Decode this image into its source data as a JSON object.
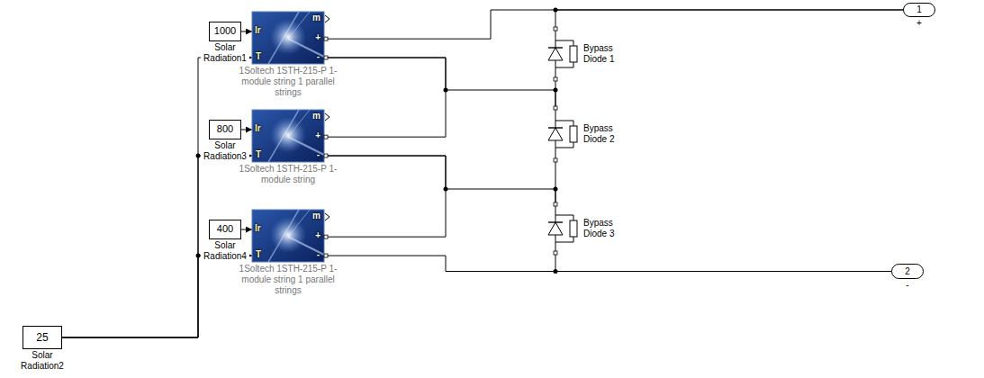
{
  "diagram": {
    "nodes": [
      {
        "text": [
          "1000",
          "Solar Radiation1"
        ]
      },
      {
        "text": [
          "Ir",
          "T",
          "m",
          "+",
          "-",
          "1Soltech 1STH-215-P 1-module string 1 parallel strings"
        ]
      },
      {
        "text": [
          "800",
          "Solar Radiation3"
        ]
      },
      {
        "text": [
          "Ir",
          "T",
          "m",
          "+",
          "-",
          "1Soltech 1STH-215-P 1-module string"
        ]
      },
      {
        "text": [
          "400",
          "Solar Radiation4"
        ]
      },
      {
        "text": [
          "Ir",
          "T",
          "m",
          "+",
          "-",
          "1Soltech 1STH-215-P 1-module string 1 parallel strings"
        ]
      },
      {
        "text": [
          "25",
          "Solar Radiation2"
        ]
      },
      {
        "text": [
          "Bypass Diode 1"
        ]
      },
      {
        "text": [
          "Bypass Diode 2"
        ]
      },
      {
        "text": [
          "Bypass Diode 3"
        ]
      },
      {
        "text": [
          "1",
          "+"
        ]
      },
      {
        "text": [
          "2",
          "-"
        ]
      }
    ],
    "edges": [
      {
        "from": 0,
        "to": 1,
        "arrow": "to"
      },
      {
        "from": 2,
        "to": 3,
        "arrow": "to"
      },
      {
        "from": 4,
        "to": 5,
        "arrow": "to"
      },
      {
        "from": 6,
        "to": 1,
        "arrow": "to"
      },
      {
        "from": 6,
        "to": 3,
        "arrow": "to"
      },
      {
        "from": 6,
        "to": 5,
        "arrow": "to"
      },
      {
        "from": 1,
        "to": 10,
        "arrow": "none"
      },
      {
        "from": 7,
        "to": 10,
        "arrow": "none"
      },
      {
        "from": 1,
        "to": 3,
        "arrow": "none"
      },
      {
        "from": 1,
        "to": 8,
        "arrow": "none"
      },
      {
        "from": 7,
        "to": 8,
        "arrow": "none"
      },
      {
        "from": 3,
        "to": 5,
        "arrow": "none"
      },
      {
        "from": 3,
        "to": 9,
        "arrow": "none"
      },
      {
        "from": 8,
        "to": 9,
        "arrow": "none"
      },
      {
        "from": 5,
        "to": 11,
        "arrow": "none"
      },
      {
        "from": 9,
        "to": 11,
        "arrow": "none"
      }
    ]
  }
}
